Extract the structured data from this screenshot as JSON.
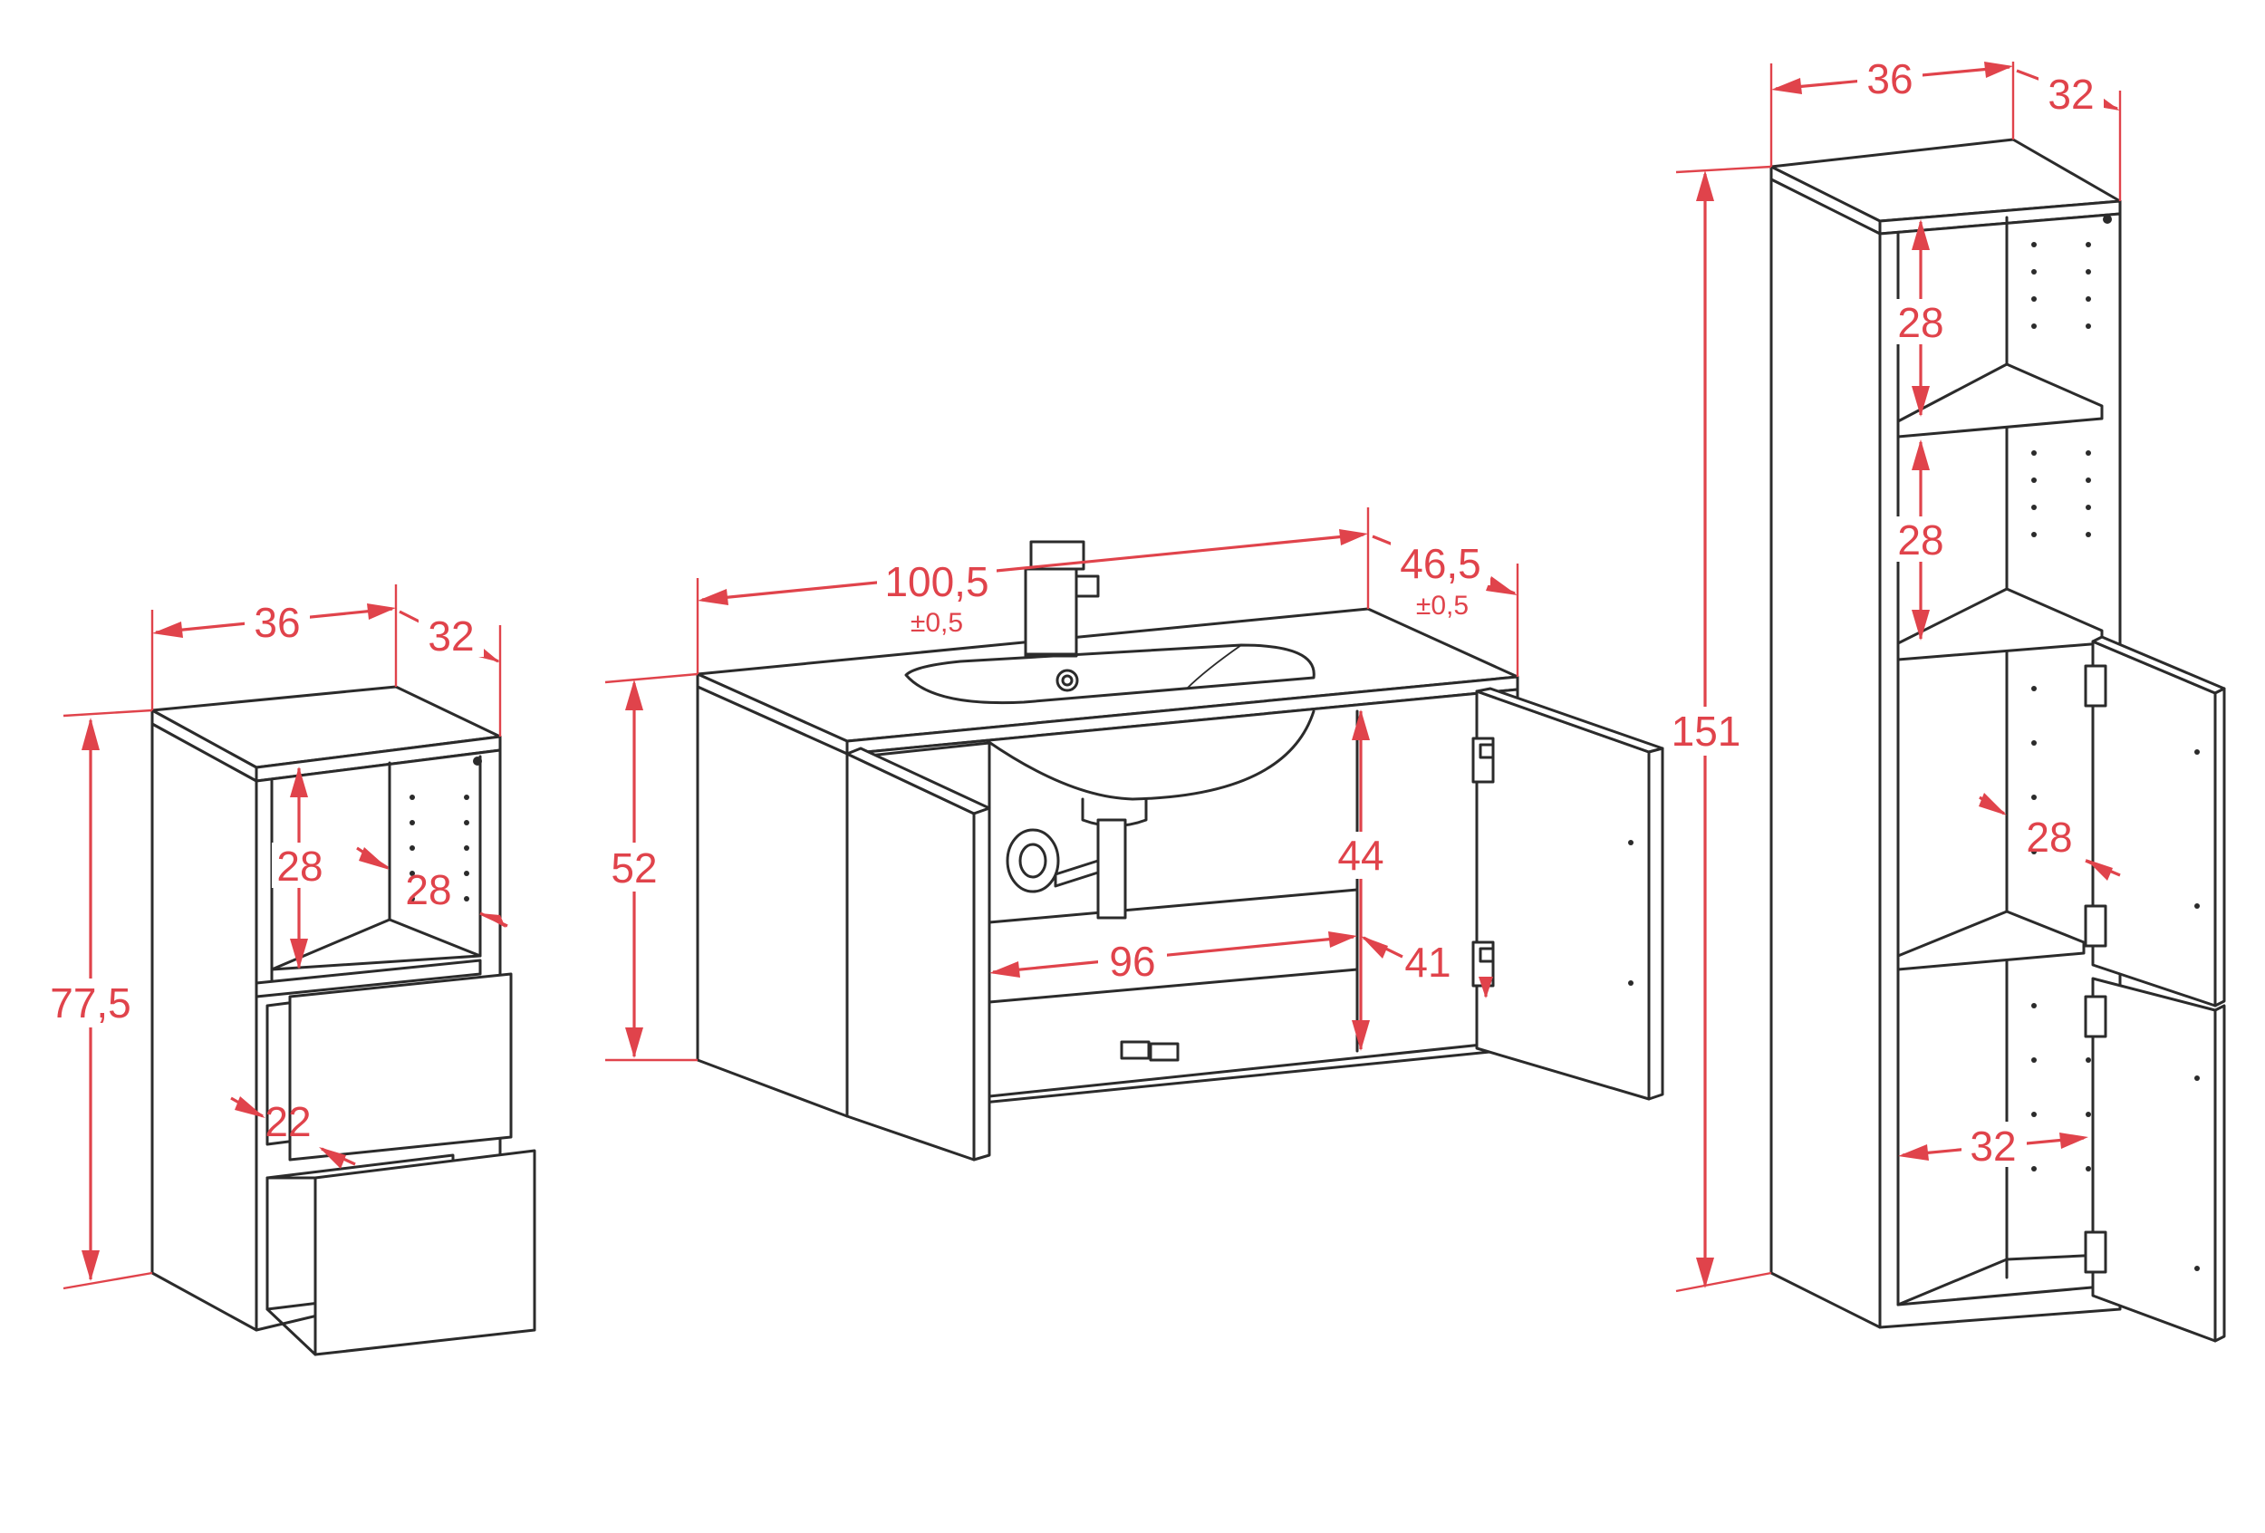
{
  "units_note": "",
  "side_cabinet": {
    "width": "36",
    "depth": "32",
    "height": "77,5",
    "shelf_height": "28",
    "shelf_depth": "28",
    "drawer_height": "22"
  },
  "vanity": {
    "width": "100,5",
    "width_tolerance": "±0,5",
    "depth": "46,5",
    "depth_tolerance": "±0,5",
    "height": "52",
    "inner_height": "44",
    "inner_width": "96",
    "inner_depth": "41"
  },
  "tall_cabinet": {
    "width": "36",
    "depth": "32",
    "height": "151",
    "upper_shelf_1": "28",
    "upper_shelf_2": "28",
    "door_depth": "28",
    "inner_width": "32"
  },
  "colors": {
    "line": "#2b2b2b",
    "dimension": "#e0434b"
  }
}
